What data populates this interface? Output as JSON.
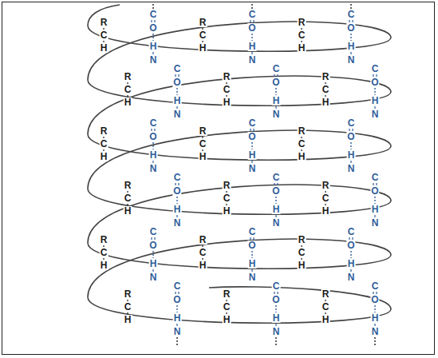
{
  "diagram": {
    "labels": [
      "R",
      "C",
      "H",
      "C",
      "O",
      "H",
      "N",
      "R",
      "C",
      "H",
      "C",
      "O",
      "H",
      "N",
      "R",
      "C",
      "H",
      "C",
      "O",
      "H",
      "N",
      "R",
      "C",
      "H",
      "C",
      "O",
      "H",
      "N",
      "R",
      "C",
      "H",
      "C",
      "O",
      "H",
      "N",
      "R",
      "C",
      "H",
      "C",
      "O",
      "H",
      "N",
      "R",
      "C",
      "H",
      "C",
      "O",
      "H",
      "N",
      "R",
      "C",
      "H",
      "C",
      "O",
      "H",
      "N",
      "R",
      "C",
      "H",
      "C",
      "O",
      "H",
      "N",
      "R",
      "C",
      "H",
      "C",
      "O",
      "H",
      "N",
      "R",
      "C",
      "H",
      "C",
      "O",
      "H",
      "N",
      "R",
      "C",
      "H",
      "C",
      "O",
      "H",
      "N",
      "R",
      "C",
      "H",
      "C",
      "O",
      "H",
      "N",
      "R",
      "C",
      "H",
      "C",
      "O",
      "H",
      "N",
      "R",
      "C",
      "H",
      "C",
      "O",
      "H",
      "N",
      "R",
      "C",
      "H",
      "C",
      "O",
      "H",
      "N",
      "R",
      "C",
      "H",
      "C",
      "O",
      "H",
      "N",
      "R",
      "C",
      "H",
      "C",
      "O",
      "H",
      "N"
    ]
  }
}
